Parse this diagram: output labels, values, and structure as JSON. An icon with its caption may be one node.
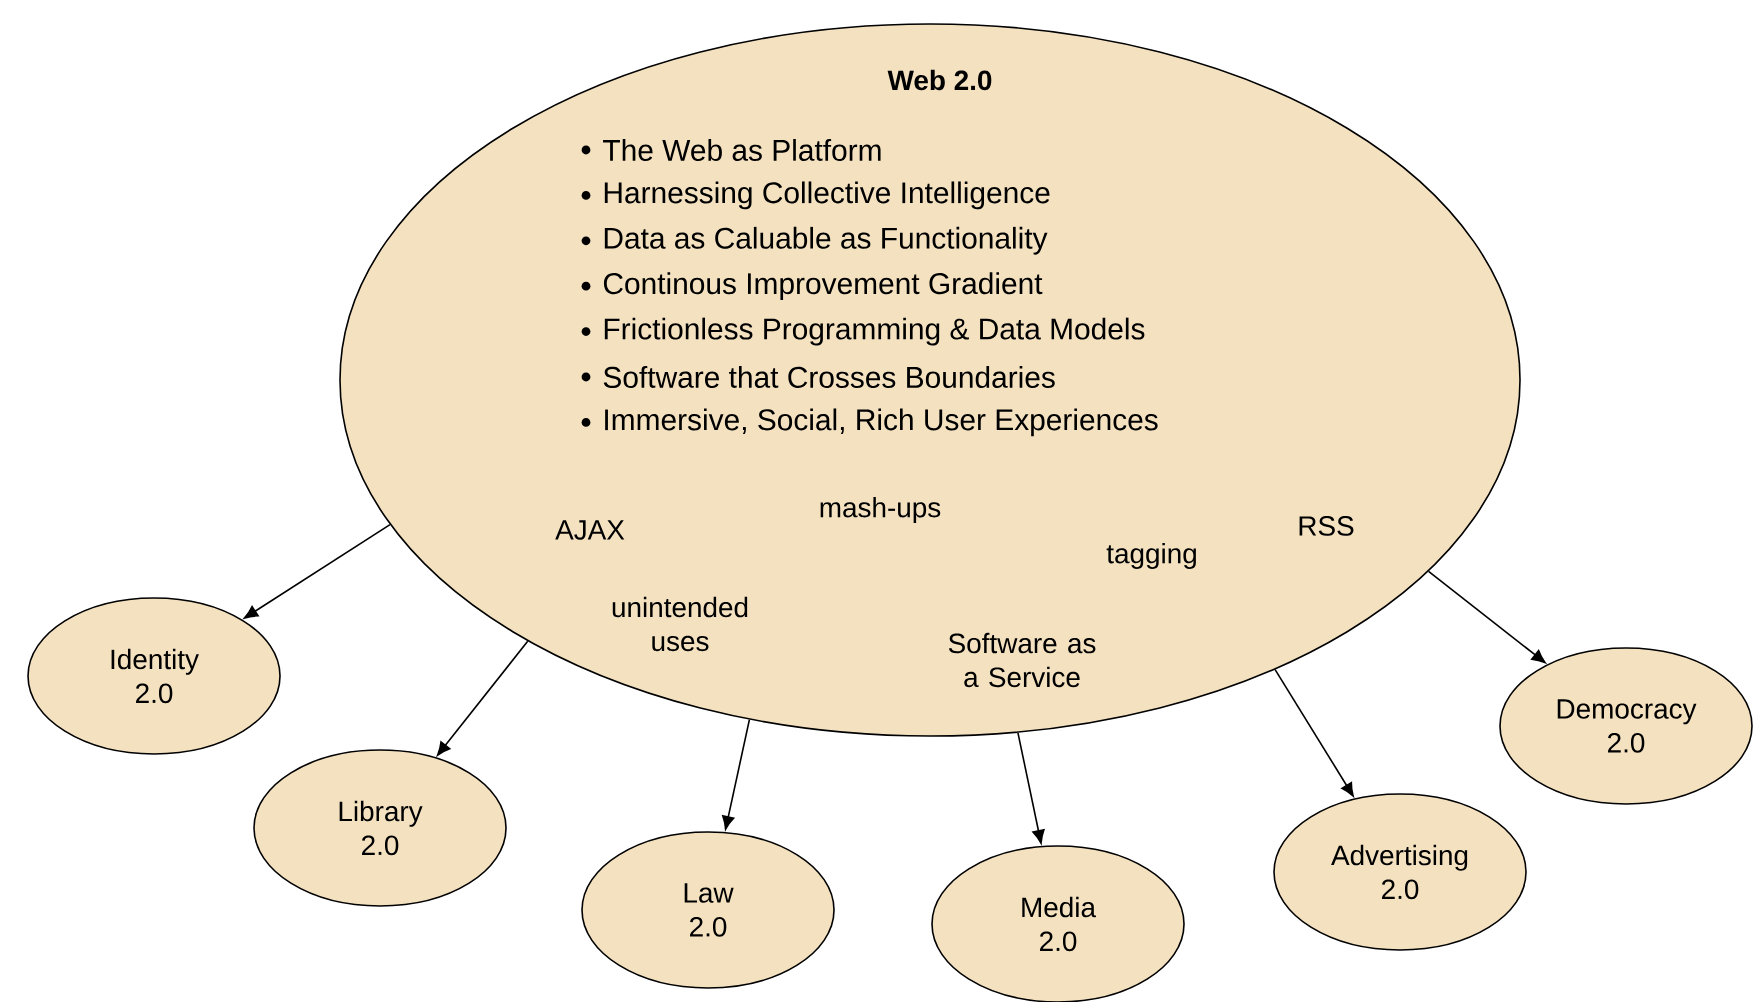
{
  "diagram": {
    "nodes": [
      {
        "text": [
          "Web 2.0",
          "The Web as Platform",
          "Harnessing Collective Intelligence",
          "Data as Caluable as Functionality",
          "Continous Improvement Gradient",
          "Frictionless Programming & Data Models",
          "Software that Crosses Boundaries",
          "Immersive, Social, Rich User Experiences",
          "AJAX",
          "mash-ups",
          "tagging",
          "RSS",
          "unintended uses",
          "Software as a Service"
        ]
      },
      {
        "text": [
          "Identity 2.0"
        ]
      },
      {
        "text": [
          "Library 2.0"
        ]
      },
      {
        "text": [
          "Law 2.0"
        ]
      },
      {
        "text": [
          "Media 2.0"
        ]
      },
      {
        "text": [
          "Advertising 2.0"
        ]
      },
      {
        "text": [
          "Democracy 2.0"
        ]
      }
    ],
    "edges": [
      {
        "from": 0,
        "to": 1,
        "arrow": "to"
      },
      {
        "from": 0,
        "to": 2,
        "arrow": "to"
      },
      {
        "from": 0,
        "to": 3,
        "arrow": "to"
      },
      {
        "from": 0,
        "to": 4,
        "arrow": "to"
      },
      {
        "from": 0,
        "to": 5,
        "arrow": "to"
      },
      {
        "from": 0,
        "to": 6,
        "arrow": "to"
      }
    ]
  }
}
